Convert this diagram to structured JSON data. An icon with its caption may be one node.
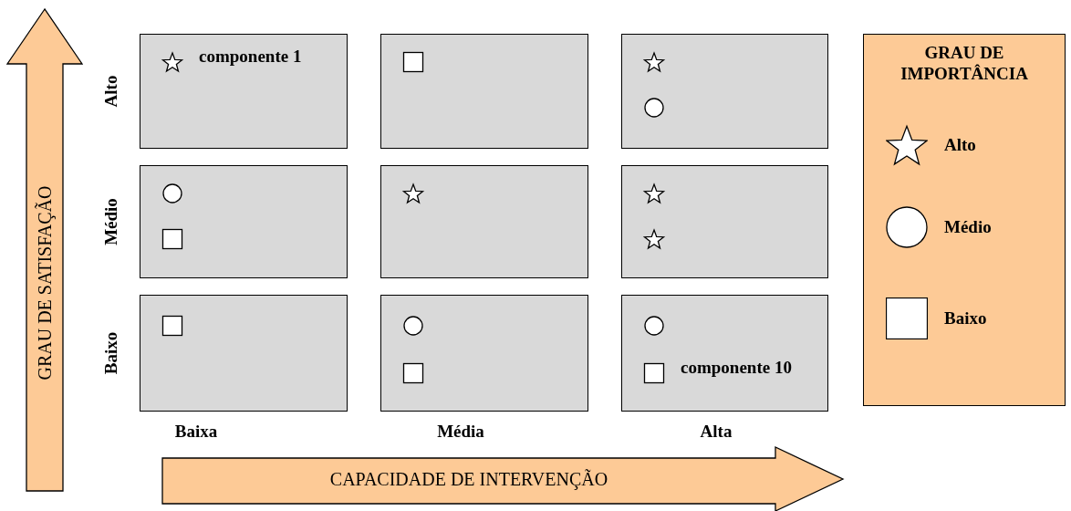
{
  "diagram": {
    "nodes": [
      {
        "text": [
          "GRAU DE SATISFAÇÃO"
        ]
      },
      {
        "text": [],
        "shape": "box"
      },
      {
        "text": [],
        "shape": "box"
      },
      {
        "text": [],
        "shape": "box"
      },
      {
        "text": [],
        "shape": "box"
      },
      {
        "text": [],
        "shape": "box"
      },
      {
        "text": [],
        "shape": "box"
      },
      {
        "text": [],
        "shape": "box"
      },
      {
        "text": [],
        "shape": "box"
      },
      {
        "text": [],
        "shape": "box"
      },
      {
        "text": [
          "GRAU DE IMPORTÂNCIA"
        ]
      },
      {
        "text": [
          "CAPACIDADE DE INTERVENÇÃO"
        ]
      },
      {
        "text": [],
        "shape": "star",
        "in": 1,
        "beside": [
          "componente 1"
        ]
      },
      {
        "text": [],
        "shape": "box",
        "in": 2
      },
      {
        "text": [],
        "shape": "star",
        "in": 3
      },
      {
        "text": [],
        "shape": "circle",
        "in": 3
      },
      {
        "text": [],
        "shape": "circle",
        "in": 4
      },
      {
        "text": [],
        "shape": "box",
        "in": 4
      },
      {
        "text": [],
        "shape": "star",
        "in": 5
      },
      {
        "text": [],
        "shape": "star",
        "in": 6
      },
      {
        "text": [],
        "shape": "star",
        "in": 6
      },
      {
        "text": [],
        "shape": "box",
        "in": 7
      },
      {
        "text": [],
        "shape": "circle",
        "in": 8
      },
      {
        "text": [],
        "shape": "box",
        "in": 8
      },
      {
        "text": [],
        "shape": "circle",
        "in": 9
      },
      {
        "text": [],
        "shape": "box",
        "in": 9,
        "beside": [
          "componente 10"
        ]
      }
    ],
    "labels": [
      "Alto",
      "Médio",
      "Baixo",
      "Baixa",
      "Média",
      "Alta"
    ],
    "legend": [
      {
        "text": "Alto"
      },
      {
        "text": "Médio"
      },
      {
        "text": "Baixo"
      }
    ]
  }
}
